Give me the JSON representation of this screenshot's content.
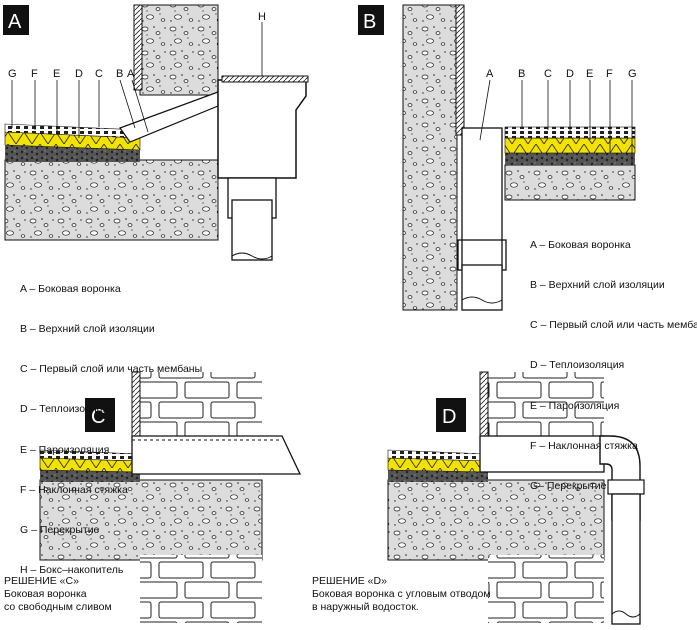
{
  "panels": {
    "A": {
      "badge": "A",
      "letters": [
        "G",
        "F",
        "E",
        "D",
        "C",
        "B",
        "A",
        "H"
      ],
      "legend": [
        "A – Боковая воронка",
        "B – Верхний слой изоляции",
        "C – Первый слой или часть мембаны",
        "D – Теплоизоляция",
        "E – Пароизоляция",
        "F – Наклонная стяжка",
        "G – Перекрытие",
        "H – Бокс–накопитель"
      ]
    },
    "B": {
      "badge": "B",
      "letters": [
        "A",
        "B",
        "C",
        "D",
        "E",
        "F",
        "G"
      ],
      "legend": [
        "A – Боковая воронка",
        "B – Верхний слой изоляции",
        "C – Первый слой или часть мембаны",
        "D – Теплоизоляция",
        "E – Пароизоляция",
        "F – Наклонная стяжка",
        "G– Перекрытие"
      ]
    },
    "C": {
      "badge": "C",
      "caption_title": "РЕШЕНИЕ «C»",
      "caption_lines": [
        "Боковая воронка",
        "со свободным сливом"
      ]
    },
    "D": {
      "badge": "D",
      "caption_title": "РЕШЕНИЕ «D»",
      "caption_lines": [
        "Боковая воронка с угловым отводом",
        "в наружный водосток."
      ]
    }
  },
  "colors": {
    "insulation": "#f2e200",
    "concrete": "#d9d9d9",
    "badge": "#111111"
  }
}
